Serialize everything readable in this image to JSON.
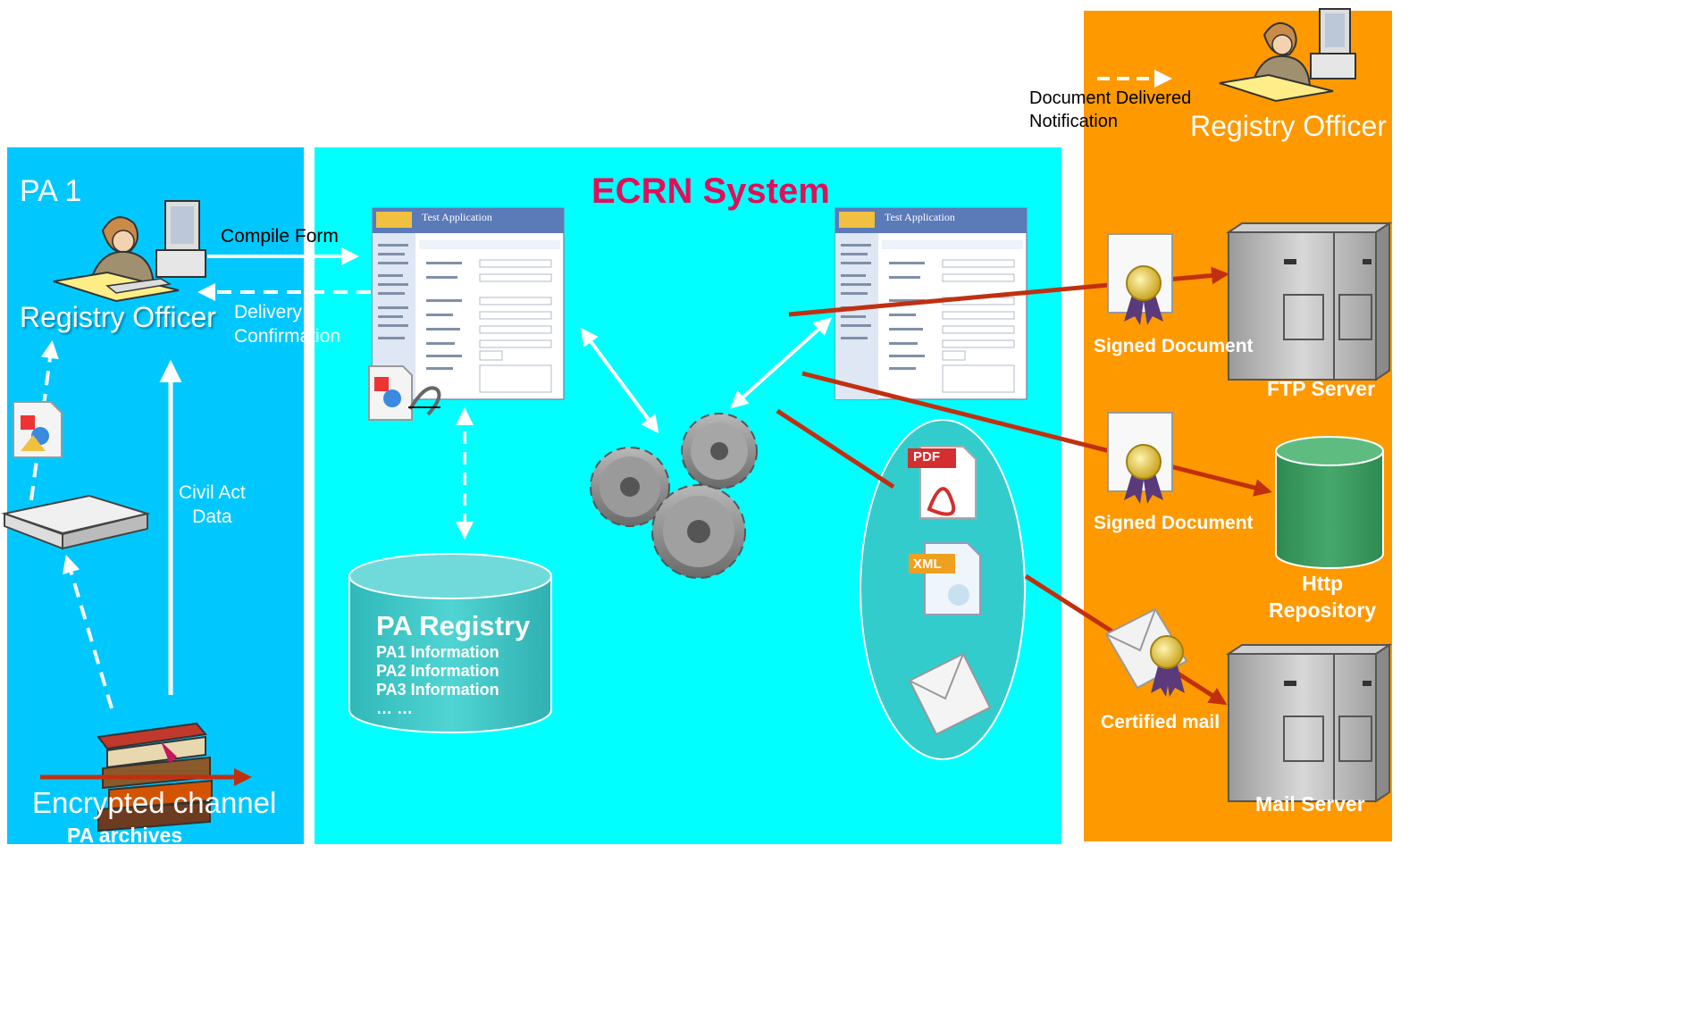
{
  "colors": {
    "pa_panel": "#00c8ff",
    "ecrn_panel": "#00ffff",
    "right_panel": "#ff9900",
    "ecrn_title": "#e0105a",
    "red_arrow": "#c03010",
    "db_teal": "#40c8c8",
    "db_green": "#3a9a60"
  },
  "pa_panel": {
    "title": "PA 1",
    "officer_label": "Registry Officer",
    "compile_form": "Compile Form",
    "delivery_line1": "Delivery",
    "delivery_line2": "Confirmation",
    "civil_line1": "Civil Act",
    "civil_line2": "Data",
    "encrypted_channel": "Encrypted channel",
    "pa_archives": "PA archives"
  },
  "ecrn": {
    "title": "ECRN System",
    "form_app_title": "Test Application",
    "registry_title": "PA Registry",
    "registry_items": [
      "PA1 Information",
      "PA2 Information",
      "PA3 Information",
      "… …"
    ],
    "pdf_label": "PDF",
    "xml_label": "XML"
  },
  "right_panel": {
    "notification_line1": "Document Delivered",
    "notification_line2": "Notification",
    "officer_label": "Registry Officer",
    "signed_doc_1": "Signed Document",
    "ftp_server": "FTP Server",
    "signed_doc_2": "Signed Document",
    "http_line1": "Http",
    "http_line2": "Repository",
    "certified_mail": "Certified mail",
    "mail_server": "Mail Server"
  }
}
